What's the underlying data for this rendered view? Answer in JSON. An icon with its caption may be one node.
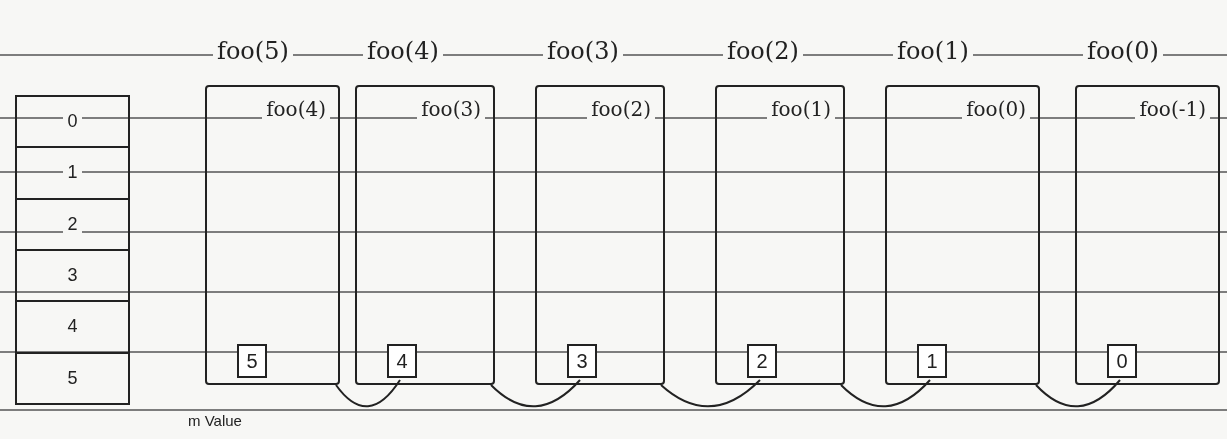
{
  "diagram": {
    "nodes": [
      {
        "text": [],
        "shape": "box"
      },
      {
        "text": [
          "0"
        ],
        "in": 0
      },
      {
        "text": [
          "1"
        ],
        "in": 0
      },
      {
        "text": [
          "2"
        ],
        "in": 0
      },
      {
        "text": [
          "3"
        ],
        "in": 0
      },
      {
        "text": [
          "4"
        ],
        "in": 0
      },
      {
        "text": [
          "5"
        ],
        "in": 0
      },
      {
        "text": [
          "foo(5)",
          "foo(4)"
        ]
      },
      {
        "text": [
          "5"
        ],
        "in": 7
      },
      {
        "text": [
          "foo(4)",
          "foo(3)"
        ]
      },
      {
        "text": [
          "4"
        ],
        "in": 9
      },
      {
        "text": [
          "foo(3)",
          "foo(2)"
        ]
      },
      {
        "text": [
          "3"
        ],
        "in": 11
      },
      {
        "text": [
          "foo(2)",
          "foo(1)"
        ]
      },
      {
        "text": [
          "2"
        ],
        "in": 13
      },
      {
        "text": [
          "foo(1)",
          "foo(0)"
        ]
      },
      {
        "text": [
          "1"
        ],
        "in": 15
      },
      {
        "text": [
          "foo(0)",
          "foo(-1)"
        ]
      },
      {
        "text": [
          "0"
        ],
        "in": 17
      }
    ],
    "edges": [
      {
        "from": 7,
        "to": 10,
        "arrow": "none"
      },
      {
        "from": 9,
        "to": 12,
        "arrow": "none"
      },
      {
        "from": 11,
        "to": 14,
        "arrow": "none"
      },
      {
        "from": 13,
        "to": 16,
        "arrow": "none"
      },
      {
        "from": 15,
        "to": 18,
        "arrow": "none"
      }
    ],
    "labels": [
      "m Value"
    ]
  }
}
